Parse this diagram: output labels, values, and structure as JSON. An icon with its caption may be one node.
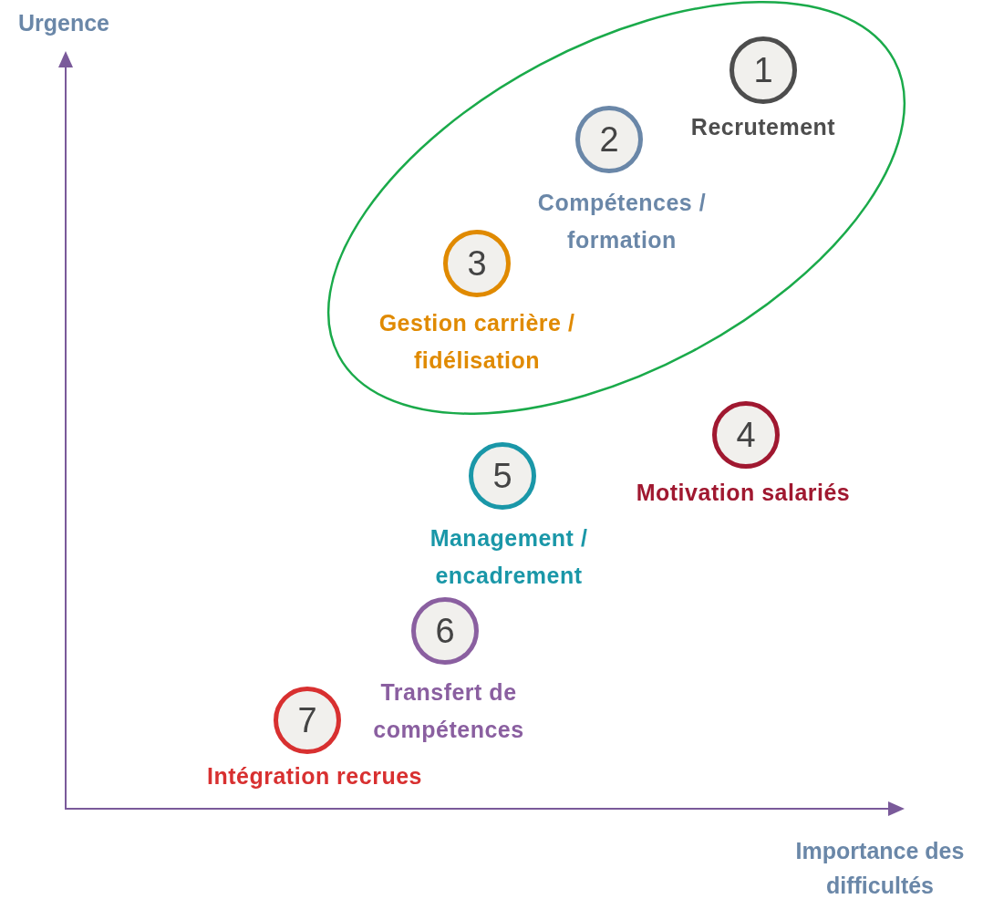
{
  "diagram": {
    "nodes": [
      {
        "text": [],
        "shape": "ellipse"
      },
      {
        "text": [
          "1"
        ],
        "beside": [
          "Recrutement"
        ],
        "in": 0
      },
      {
        "text": [
          "2"
        ],
        "beside": [
          "Compétences / formation"
        ],
        "in": 0
      },
      {
        "text": [
          "3"
        ],
        "beside": [
          "Gestion carrière / fidélisation"
        ],
        "in": 0
      },
      {
        "text": [
          "4"
        ],
        "beside": [
          "Motivation salariés"
        ]
      },
      {
        "text": [
          "5"
        ],
        "beside": [
          "Management / encadrement"
        ]
      },
      {
        "text": [
          "6"
        ],
        "beside": [
          "Transfert de compétences"
        ]
      },
      {
        "text": [
          "7"
        ],
        "beside": [
          "Intégration recrues"
        ]
      }
    ],
    "edges": [],
    "labels": [
      "Urgence",
      "Importance des difficultés"
    ]
  }
}
